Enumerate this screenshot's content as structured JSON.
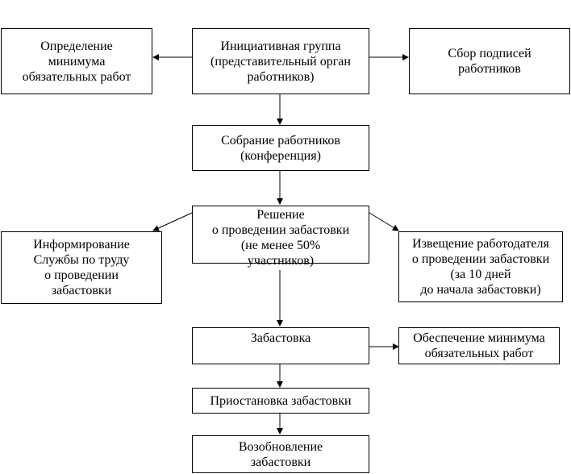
{
  "nodes": {
    "initiative_group": [
      "Инициативная группа",
      "(представительный орган",
      "работников)"
    ],
    "minimum_definition": [
      "Определение",
      "минимума",
      "обязательных работ"
    ],
    "signature_collection": [
      "Сбор подписей",
      "работников"
    ],
    "workers_meeting": [
      "Собрание работников",
      "(конференция)"
    ],
    "decision": [
      "Решение",
      "о проведении забастовки",
      "(не менее 50%",
      "участников)"
    ],
    "labor_service_notice": [
      "Информирование",
      "Службы по труду",
      "о проведении",
      "забастовки"
    ],
    "employer_notice": [
      "Извещение работодателя",
      "о проведении забастовки",
      "(за 10 дней",
      "до начала забастовки)"
    ],
    "strike": [
      "Забастовка"
    ],
    "minimum_provision": [
      "Обеспечение минимума",
      "обязательных работ"
    ],
    "strike_suspension": [
      "Приостановка забастовки"
    ],
    "strike_resumption": [
      "Возобновление",
      "забастовки"
    ]
  },
  "colors": {
    "border": "#000000",
    "text": "#000000",
    "background": "#ffffff"
  }
}
